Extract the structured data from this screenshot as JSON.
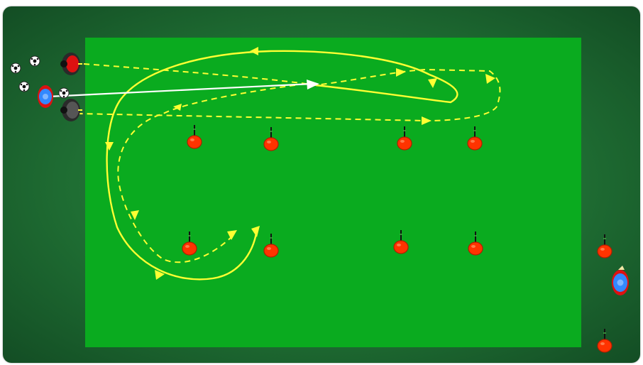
{
  "drill": {
    "cone_pairs": [
      {
        "id": "top-1"
      },
      {
        "id": "top-2"
      },
      {
        "id": "top-3"
      },
      {
        "id": "top-4"
      },
      {
        "id": "bottom-1"
      },
      {
        "id": "bottom-2"
      },
      {
        "id": "bottom-3"
      },
      {
        "id": "bottom-4"
      },
      {
        "id": "outside-1"
      },
      {
        "id": "outside-2"
      }
    ],
    "balls_count": 4,
    "colors": {
      "pitch": "#0aab1f",
      "surround": "#1f6e33",
      "run_line": "#ffff33",
      "pass_line": "#ffffff",
      "cone": "#ff3300",
      "pole": "#111111",
      "player_blue": "#3388ff",
      "player_red": "#dd1111",
      "player_gray": "#555555"
    },
    "icons": [
      "soccer-ball-icon",
      "cone-icon",
      "player-icon",
      "pole-icon"
    ]
  }
}
